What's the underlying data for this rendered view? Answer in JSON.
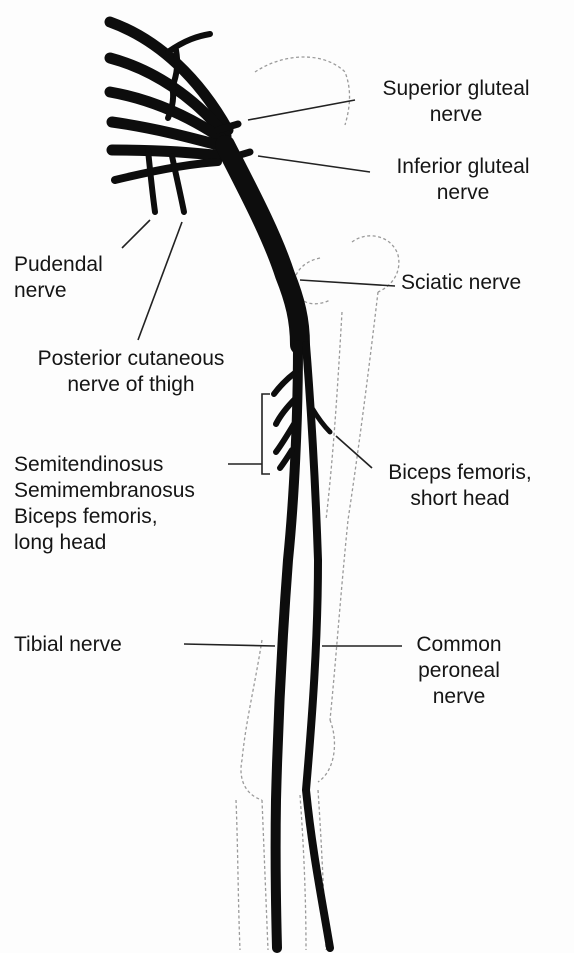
{
  "labels": {
    "superior_gluteal": [
      "Superior gluteal",
      "nerve"
    ],
    "inferior_gluteal": [
      "Inferior gluteal",
      "nerve"
    ],
    "pudendal": [
      "Pudendal",
      "nerve"
    ],
    "sciatic": "Sciatic nerve",
    "posterior_cutaneous": [
      "Posterior cutaneous",
      "nerve of thigh"
    ],
    "biceps_short": [
      "Biceps femoris,",
      "short head"
    ],
    "muscle_group": [
      "Semitendinosus",
      "Semimembranosus",
      "Biceps femoris,",
      "long head"
    ],
    "tibial": "Tibial nerve",
    "common_peroneal": [
      "Common",
      "peroneal",
      "nerve"
    ]
  },
  "colors": {
    "nerve": "#0d0d0d",
    "bone_outline": "#9a9a9a",
    "leader": "#222222",
    "text": "#151515"
  }
}
